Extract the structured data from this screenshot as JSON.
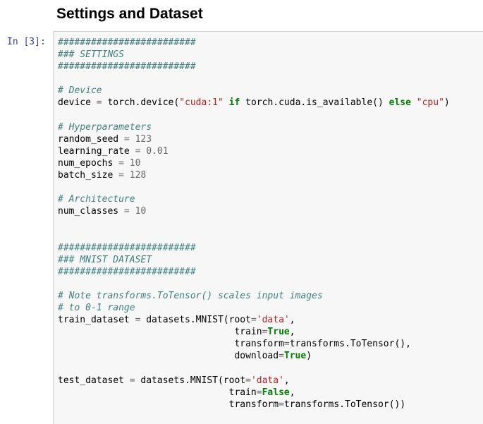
{
  "heading": "Settings and Dataset",
  "prompt": "In [3]:",
  "code_lines": [
    [
      {
        "t": "#########################",
        "c": "cm"
      }
    ],
    [
      {
        "t": "### SETTINGS",
        "c": "cm"
      }
    ],
    [
      {
        "t": "#########################",
        "c": "cm"
      }
    ],
    [],
    [
      {
        "t": "# Device",
        "c": "cm"
      }
    ],
    [
      {
        "t": "device ",
        "c": ""
      },
      {
        "t": "=",
        "c": "op"
      },
      {
        "t": " torch.device(",
        "c": ""
      },
      {
        "t": "\"cuda:1\"",
        "c": "st"
      },
      {
        "t": " ",
        "c": ""
      },
      {
        "t": "if",
        "c": "kw"
      },
      {
        "t": " torch.cuda.is_available() ",
        "c": ""
      },
      {
        "t": "else",
        "c": "kw"
      },
      {
        "t": " ",
        "c": ""
      },
      {
        "t": "\"cpu\"",
        "c": "st"
      },
      {
        "t": ")",
        "c": ""
      }
    ],
    [],
    [
      {
        "t": "# Hyperparameters",
        "c": "cm"
      }
    ],
    [
      {
        "t": "random_seed ",
        "c": ""
      },
      {
        "t": "=",
        "c": "op"
      },
      {
        "t": " ",
        "c": ""
      },
      {
        "t": "123",
        "c": "nm"
      }
    ],
    [
      {
        "t": "learning_rate ",
        "c": ""
      },
      {
        "t": "=",
        "c": "op"
      },
      {
        "t": " ",
        "c": ""
      },
      {
        "t": "0.01",
        "c": "nm"
      }
    ],
    [
      {
        "t": "num_epochs ",
        "c": ""
      },
      {
        "t": "=",
        "c": "op"
      },
      {
        "t": " ",
        "c": ""
      },
      {
        "t": "10",
        "c": "nm"
      }
    ],
    [
      {
        "t": "batch_size ",
        "c": ""
      },
      {
        "t": "=",
        "c": "op"
      },
      {
        "t": " ",
        "c": ""
      },
      {
        "t": "128",
        "c": "nm"
      }
    ],
    [],
    [
      {
        "t": "# Architecture",
        "c": "cm"
      }
    ],
    [
      {
        "t": "num_classes ",
        "c": ""
      },
      {
        "t": "=",
        "c": "op"
      },
      {
        "t": " ",
        "c": ""
      },
      {
        "t": "10",
        "c": "nm"
      }
    ],
    [],
    [],
    [
      {
        "t": "#########################",
        "c": "cm"
      }
    ],
    [
      {
        "t": "### MNIST DATASET",
        "c": "cm"
      }
    ],
    [
      {
        "t": "#########################",
        "c": "cm"
      }
    ],
    [],
    [
      {
        "t": "# Note transforms.ToTensor() scales input images",
        "c": "cm"
      }
    ],
    [
      {
        "t": "# to 0-1 range",
        "c": "cm"
      }
    ],
    [
      {
        "t": "train_dataset ",
        "c": ""
      },
      {
        "t": "=",
        "c": "op"
      },
      {
        "t": " datasets.MNIST(root",
        "c": ""
      },
      {
        "t": "=",
        "c": "op"
      },
      {
        "t": "'data'",
        "c": "st"
      },
      {
        "t": ",",
        "c": ""
      }
    ],
    [
      {
        "t": "                                train",
        "c": ""
      },
      {
        "t": "=",
        "c": "op"
      },
      {
        "t": "True",
        "c": "kw"
      },
      {
        "t": ",",
        "c": ""
      }
    ],
    [
      {
        "t": "                                transform",
        "c": ""
      },
      {
        "t": "=",
        "c": "op"
      },
      {
        "t": "transforms.ToTensor(),",
        "c": ""
      }
    ],
    [
      {
        "t": "                                download",
        "c": ""
      },
      {
        "t": "=",
        "c": "op"
      },
      {
        "t": "True",
        "c": "kw"
      },
      {
        "t": ")",
        "c": ""
      }
    ],
    [],
    [
      {
        "t": "test_dataset ",
        "c": ""
      },
      {
        "t": "=",
        "c": "op"
      },
      {
        "t": " datasets.MNIST(root",
        "c": ""
      },
      {
        "t": "=",
        "c": "op"
      },
      {
        "t": "'data'",
        "c": "st"
      },
      {
        "t": ",",
        "c": ""
      }
    ],
    [
      {
        "t": "                               train",
        "c": ""
      },
      {
        "t": "=",
        "c": "op"
      },
      {
        "t": "False",
        "c": "kw"
      },
      {
        "t": ",",
        "c": ""
      }
    ],
    [
      {
        "t": "                               transform",
        "c": ""
      },
      {
        "t": "=",
        "c": "op"
      },
      {
        "t": "transforms.ToTensor())",
        "c": ""
      }
    ]
  ],
  "colors": {
    "comment": "#408080",
    "string": "#ba2121",
    "keyword": "#008000",
    "prompt": "#303f9f",
    "cell_background": "#f7f7f7",
    "cell_border": "#cfcfcf"
  }
}
